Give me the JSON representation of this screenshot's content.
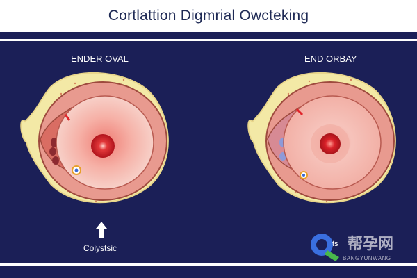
{
  "title": "Cortlattion Digmrial Owcteking",
  "left_panel": {
    "label": "ENDER OVAL",
    "caption": "Coiystsic"
  },
  "right_panel": {
    "label": "END ORBAY"
  },
  "watermark": {
    "text": "帮孕网",
    "subtext": "BANGYUNWANG",
    "ts": "ts"
  },
  "colors": {
    "background": "#1b1f57",
    "title_text": "#1f2a55",
    "outer_ring": "#f3e9a6",
    "tissue": "#f0b7a8",
    "inner": "#f6c7c0",
    "core": "#d8202a"
  }
}
